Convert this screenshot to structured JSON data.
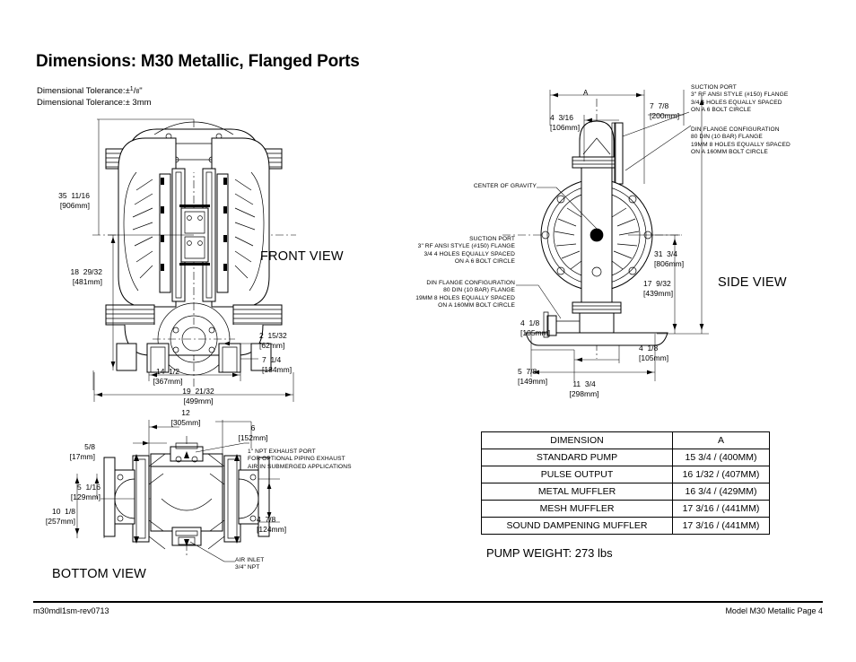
{
  "header": {
    "title": "Dimensions: M30 Metallic, Flanged Ports",
    "tolerance_inch_prefix": "Dimensional Tolerance:±",
    "tolerance_inch_frac_num": "1",
    "tolerance_inch_frac_den": "8",
    "tolerance_inch_suffix": "\"",
    "tolerance_mm": "Dimensional Tolerance:± 3mm"
  },
  "front_view": {
    "label": "FRONT VIEW",
    "dims": [
      {
        "name": "overall-height",
        "in": "35  11/16",
        "mm": "[906mm]"
      },
      {
        "name": "center-height",
        "in": "18  29/32",
        "mm": "[481mm]"
      },
      {
        "name": "foot-offset",
        "in": "2  15/32",
        "mm": "[62mm]"
      },
      {
        "name": "foot-width",
        "in": "7  1/4",
        "mm": "[184mm]"
      },
      {
        "name": "foot-span",
        "in": "14  1/2",
        "mm": "[367mm]"
      },
      {
        "name": "overall-width",
        "in": "19  21/32",
        "mm": "[499mm]"
      }
    ]
  },
  "side_view": {
    "label": "SIDE VIEW",
    "a_label": "A",
    "dims": [
      {
        "name": "port-offset",
        "in": "4  3/16",
        "mm": "[106mm]"
      },
      {
        "name": "port-projection",
        "in": "7  7/8",
        "mm": "[200mm]"
      },
      {
        "name": "overall-height",
        "in": "31  3/4",
        "mm": "[806mm]"
      },
      {
        "name": "center-height",
        "in": "17  9/32",
        "mm": "[439mm]"
      },
      {
        "name": "base-front",
        "in": "4  1/8",
        "mm": "[105mm]"
      },
      {
        "name": "base-rear",
        "in": "4  1/8",
        "mm": "[105mm]"
      },
      {
        "name": "base-offset",
        "in": "5  7/8",
        "mm": "[149mm]"
      },
      {
        "name": "base-depth",
        "in": "11  3/4",
        "mm": "[298mm]"
      }
    ],
    "callouts": {
      "suction_port": "SUCTION PORT\n3\" RF ANSI STYLE (#150) FLANGE\n3/4 4 HOLES EQUALLY SPACED\nON A 6 BOLT CIRCLE",
      "din_flange": "DIN FLANGE CONFIGURATION\n80 DIN (10 BAR) FLANGE\n19MM 8 HOLES EQUALLY SPACED\nON A 160MM BOLT CIRCLE"
    }
  },
  "center_callouts": {
    "center_of_gravity": "CENTER OF GRAVITY",
    "suction_port": "SUCTION PORT\n3\" RF ANSI STYLE (#150) FLANGE\n3/4 4 HOLES EQUALLY SPACED\nON A 6 BOLT CIRCLE",
    "din_flange": "DIN FLANGE CONFIGURATION\n80 DIN (10 BAR) FLANGE\n19MM 8 HOLES EQUALLY SPACED\nON A 160MM BOLT CIRCLE"
  },
  "bottom_view": {
    "label": "BOTTOM VIEW",
    "dims": [
      {
        "name": "body-width",
        "in": "12",
        "mm": "[305mm]"
      },
      {
        "name": "flange-thick",
        "in": "5/8",
        "mm": "[17mm]"
      },
      {
        "name": "exhaust-width",
        "in": "6",
        "mm": "[152mm]"
      },
      {
        "name": "bolt-offset",
        "in": "5  1/16",
        "mm": "[129mm]"
      },
      {
        "name": "overall-depth",
        "in": "10  1/8",
        "mm": "[257mm]"
      },
      {
        "name": "port-offset",
        "in": "4  7/8",
        "mm": "[124mm]"
      }
    ],
    "callouts": {
      "exhaust_port": "1\" NPT EXHAUST PORT\nFOR OPTIONAL PIPING EXHAUST\nAIR IN SUBMERGED APPLICATIONS",
      "air_inlet": "AIR INLET\n3/4\" NPT"
    }
  },
  "table": {
    "headers": [
      "DIMENSION",
      "A"
    ],
    "rows": [
      [
        "STANDARD PUMP",
        "15 3/4 / (400MM)"
      ],
      [
        "PULSE OUTPUT",
        "16 1/32 / (407MM)"
      ],
      [
        "METAL MUFFLER",
        "16 3/4 / (429MM)"
      ],
      [
        "MESH MUFFLER",
        "17 3/16 / (441MM)"
      ],
      [
        "SOUND DAMPENING MUFFLER",
        "17 3/16 / (441MM)"
      ]
    ]
  },
  "pump_weight": "PUMP WEIGHT: 273 lbs",
  "footer": {
    "left": "m30mdl1sm-rev0713",
    "right": "Model M30 Metallic Page 4"
  }
}
